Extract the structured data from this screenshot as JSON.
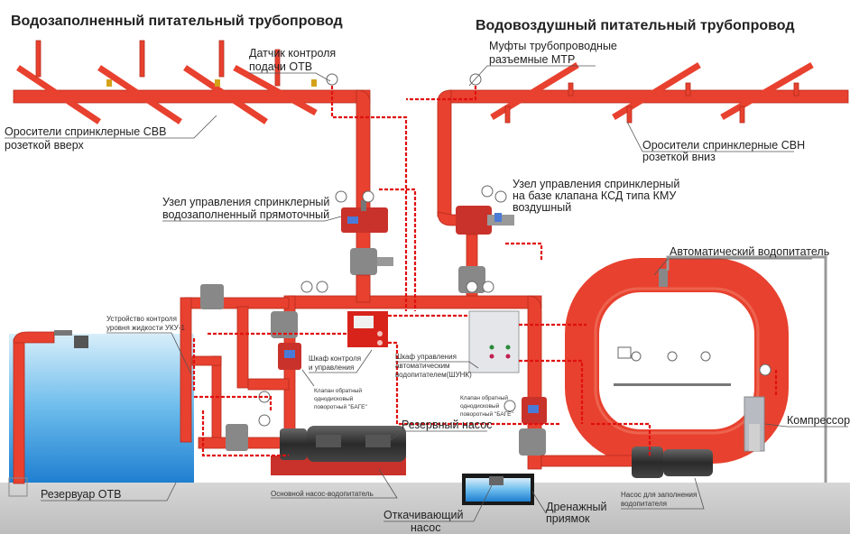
{
  "titles": {
    "left": "Водозаполненный питательный трубопровод",
    "right": "Водовоздушный питательный трубопровод"
  },
  "labels": {
    "sensor_line1": "Датчик контроля",
    "sensor_line2": "подачи ОТВ",
    "couplings_line1": "Муфты трубопроводные",
    "couplings_line2": "разъемные МТР",
    "sprinklers_up_line1": "Оросители спринклерные СВВ",
    "sprinklers_up_line2": "розеткой вверх",
    "sprinklers_down_line1": "Оросители спринклерные СВН",
    "sprinklers_down_line2": "розеткой вниз",
    "node_water_line1": "Узел управления спринклерный",
    "node_water_line2": "водозаполненный прямоточный",
    "node_air_line1": "Узел управления спринклерный",
    "node_air_line2": "на базе клапана КСД типа КМУ",
    "node_air_line3": "воздушный",
    "auto_feeder": "Автоматический водопитатель",
    "level_device_line1": "Устройство контроля",
    "level_device_line2": "уровня жидкости УКУ-1",
    "control_cabinet_line1": "Шкаф контроля",
    "control_cabinet_line2": "и управления",
    "check_valve1_line1": "Клапан обратный",
    "check_valve1_line2": "однодисковый",
    "check_valve1_line3": "поворотный \"БАГЕ\"",
    "shunk_line1": "Шкаф управления",
    "shunk_line2": "автоматическим",
    "shunk_line3": "водопитателем(ШУНК)",
    "check_valve2_line1": "Клапан обратный",
    "check_valve2_line2": "однодисковый",
    "check_valve2_line3": "поворотный \"БАГЕ\"",
    "reserve_pump": "Резервный насос",
    "compressor": "Компрессор",
    "reservoir": "Резервуар ОТВ",
    "main_pump": "Основной насос-водопитатель",
    "drain_pump_line1": "Откачивающий",
    "drain_pump_line2": "насос",
    "drain_pit_line1": "Дренажный",
    "drain_pit_line2": "приямок",
    "fill_pump_line1": "Насос для заполнения",
    "fill_pump_line2": "водопитателя"
  },
  "colors": {
    "pipe": "#e8412f",
    "signal_line": "#e01010",
    "water": "#3aa0e0",
    "ground": "#c8c8c8"
  }
}
